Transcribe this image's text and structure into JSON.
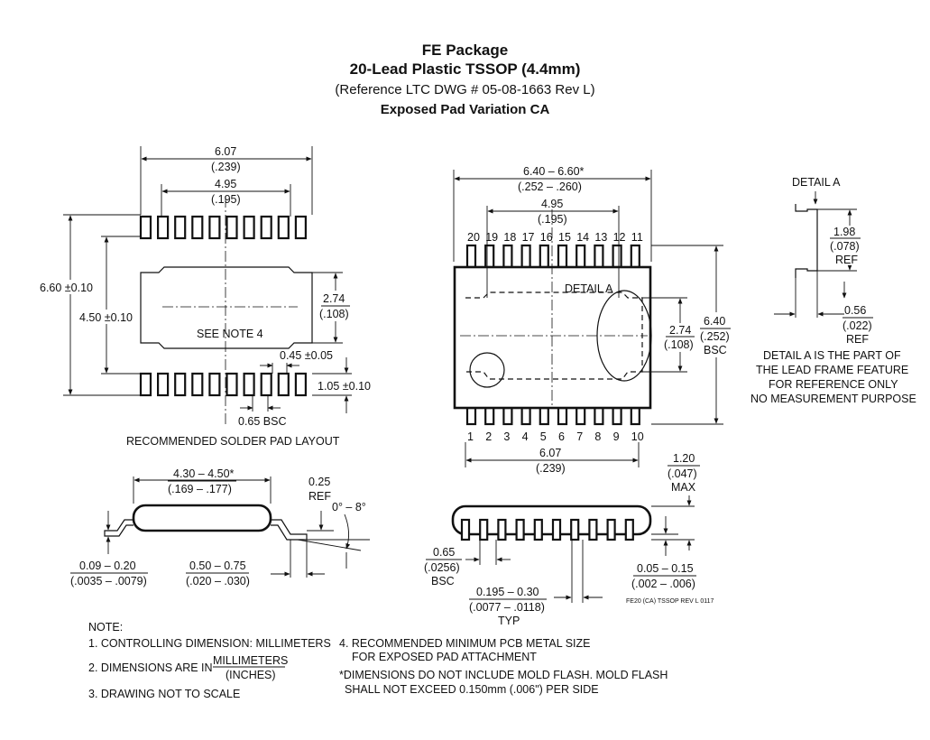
{
  "header": {
    "title": "FE Package",
    "subtitle": "20-Lead Plastic TSSOP (4.4mm)",
    "reference": "(Reference LTC DWG # 05-08-1663 Rev L)",
    "variation": "Exposed Pad Variation CA"
  },
  "solder_pad_layout": {
    "caption": "RECOMMENDED SOLDER PAD LAYOUT",
    "width_mm": "6.07",
    "width_in": "(.239)",
    "inner_mm": "4.95",
    "inner_in": "(.195)",
    "height_outer": "6.60 ±0.10",
    "height_inner": "4.50 ±0.10",
    "pad_h_mm": "2.74",
    "pad_h_in": "(.108)",
    "pad_width": "0.45 ±0.05",
    "pad_length": "1.05 ±0.10",
    "pitch": "0.65 BSC",
    "note_ref": "SEE NOTE 4"
  },
  "top_view": {
    "width_mm": "6.40 – 6.60*",
    "width_in": "(.252 – .260)",
    "inner_mm": "4.95",
    "inner_in": "(.195)",
    "pins_top": [
      "20",
      "19",
      "18",
      "17",
      "16",
      "15",
      "14",
      "13",
      "12",
      "11"
    ],
    "pins_bottom": [
      "1",
      "2",
      "3",
      "4",
      "5",
      "6",
      "7",
      "8",
      "9",
      "10"
    ],
    "detail_label": "DETAIL A",
    "pad_h_mm": "2.74",
    "pad_h_in": "(.108)",
    "height_mm": "6.40",
    "height_in": "(.252)",
    "height_bsc": "BSC",
    "bottom_mm": "6.07",
    "bottom_in": "(.239)"
  },
  "detail_a": {
    "label": "DETAIL A",
    "dim1_mm": "1.98",
    "dim1_in": "(.078)",
    "dim1_ref": "REF",
    "dim2_mm": "0.56",
    "dim2_in": "(.022)",
    "dim2_ref": "REF",
    "note_lines": [
      "DETAIL A IS THE PART OF",
      "THE LEAD FRAME FEATURE",
      "FOR REFERENCE ONLY",
      "NO MEASUREMENT PURPOSE"
    ]
  },
  "side_view": {
    "len_mm": "4.30 – 4.50*",
    "len_in": "(.169 – .177)",
    "ref_mm": "0.25",
    "ref_ref": "REF",
    "angle": "0° – 8°",
    "lead_t_mm": "0.09 – 0.20",
    "lead_t_in": "(.0035 – .0079)",
    "foot_mm": "0.50 – 0.75",
    "foot_in": "(.020 – .030)"
  },
  "end_view": {
    "pitch_mm": "0.65",
    "pitch_in": "(.0256)",
    "pitch_bsc": "BSC",
    "lead_w_mm": "0.195 – 0.30",
    "lead_w_in": "(.0077 – .0118)",
    "lead_w_typ": "TYP",
    "height_mm": "1.20",
    "height_in": "(.047)",
    "height_max": "MAX",
    "standoff_mm": "0.05 – 0.15",
    "standoff_in": "(.002 – .006)",
    "drawing_id": "FE20 (CA) TSSOP REV L 0117"
  },
  "notes": {
    "heading": "NOTE:",
    "n1": "1. CONTROLLING DIMENSION: MILLIMETERS",
    "n2_prefix": "2. DIMENSIONS ARE IN",
    "n2_num": "MILLIMETERS",
    "n2_den": "(INCHES)",
    "n3": "3. DRAWING NOT TO SCALE",
    "n4a": "4. RECOMMENDED MINIMUM PCB METAL SIZE",
    "n4b": "FOR EXPOSED PAD ATTACHMENT",
    "n5a": "*DIMENSIONS DO NOT INCLUDE MOLD FLASH. MOLD FLASH",
    "n5b": "SHALL NOT EXCEED 0.150mm (.006\") PER SIDE"
  }
}
